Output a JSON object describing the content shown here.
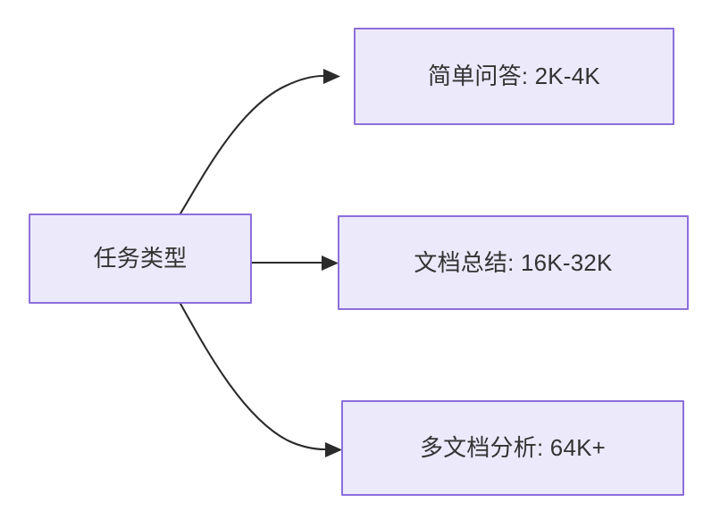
{
  "diagram": {
    "type": "flowchart",
    "direction": "left-to-right",
    "title": "任务类型",
    "background_color": "#ffffff",
    "node_fill_color": "#ece9fb",
    "node_border_color": "#8b6fdb",
    "node_text_color": "#333333",
    "edge_color": "#2b2b2b",
    "source_node": {
      "id": "task-type",
      "label": "任务类型"
    },
    "target_nodes": [
      {
        "id": "simple-qa",
        "label": "简单问答: 2K-4K",
        "edge_style": "curved"
      },
      {
        "id": "doc-summary",
        "label": "文档总结: 16K-32K",
        "edge_style": "straight"
      },
      {
        "id": "multi-doc-analysis",
        "label": "多文档分析: 64K+",
        "edge_style": "curved"
      }
    ],
    "edges": [
      {
        "from": "任务类型",
        "to": "简单问答: 2K-4K",
        "arrow": "arrow-head-icon"
      },
      {
        "from": "任务类型",
        "to": "文档总结: 16K-32K",
        "arrow": "arrow-head-icon"
      },
      {
        "from": "任务类型",
        "to": "多文档分析: 64K+",
        "arrow": "arrow-head-icon"
      }
    ]
  }
}
